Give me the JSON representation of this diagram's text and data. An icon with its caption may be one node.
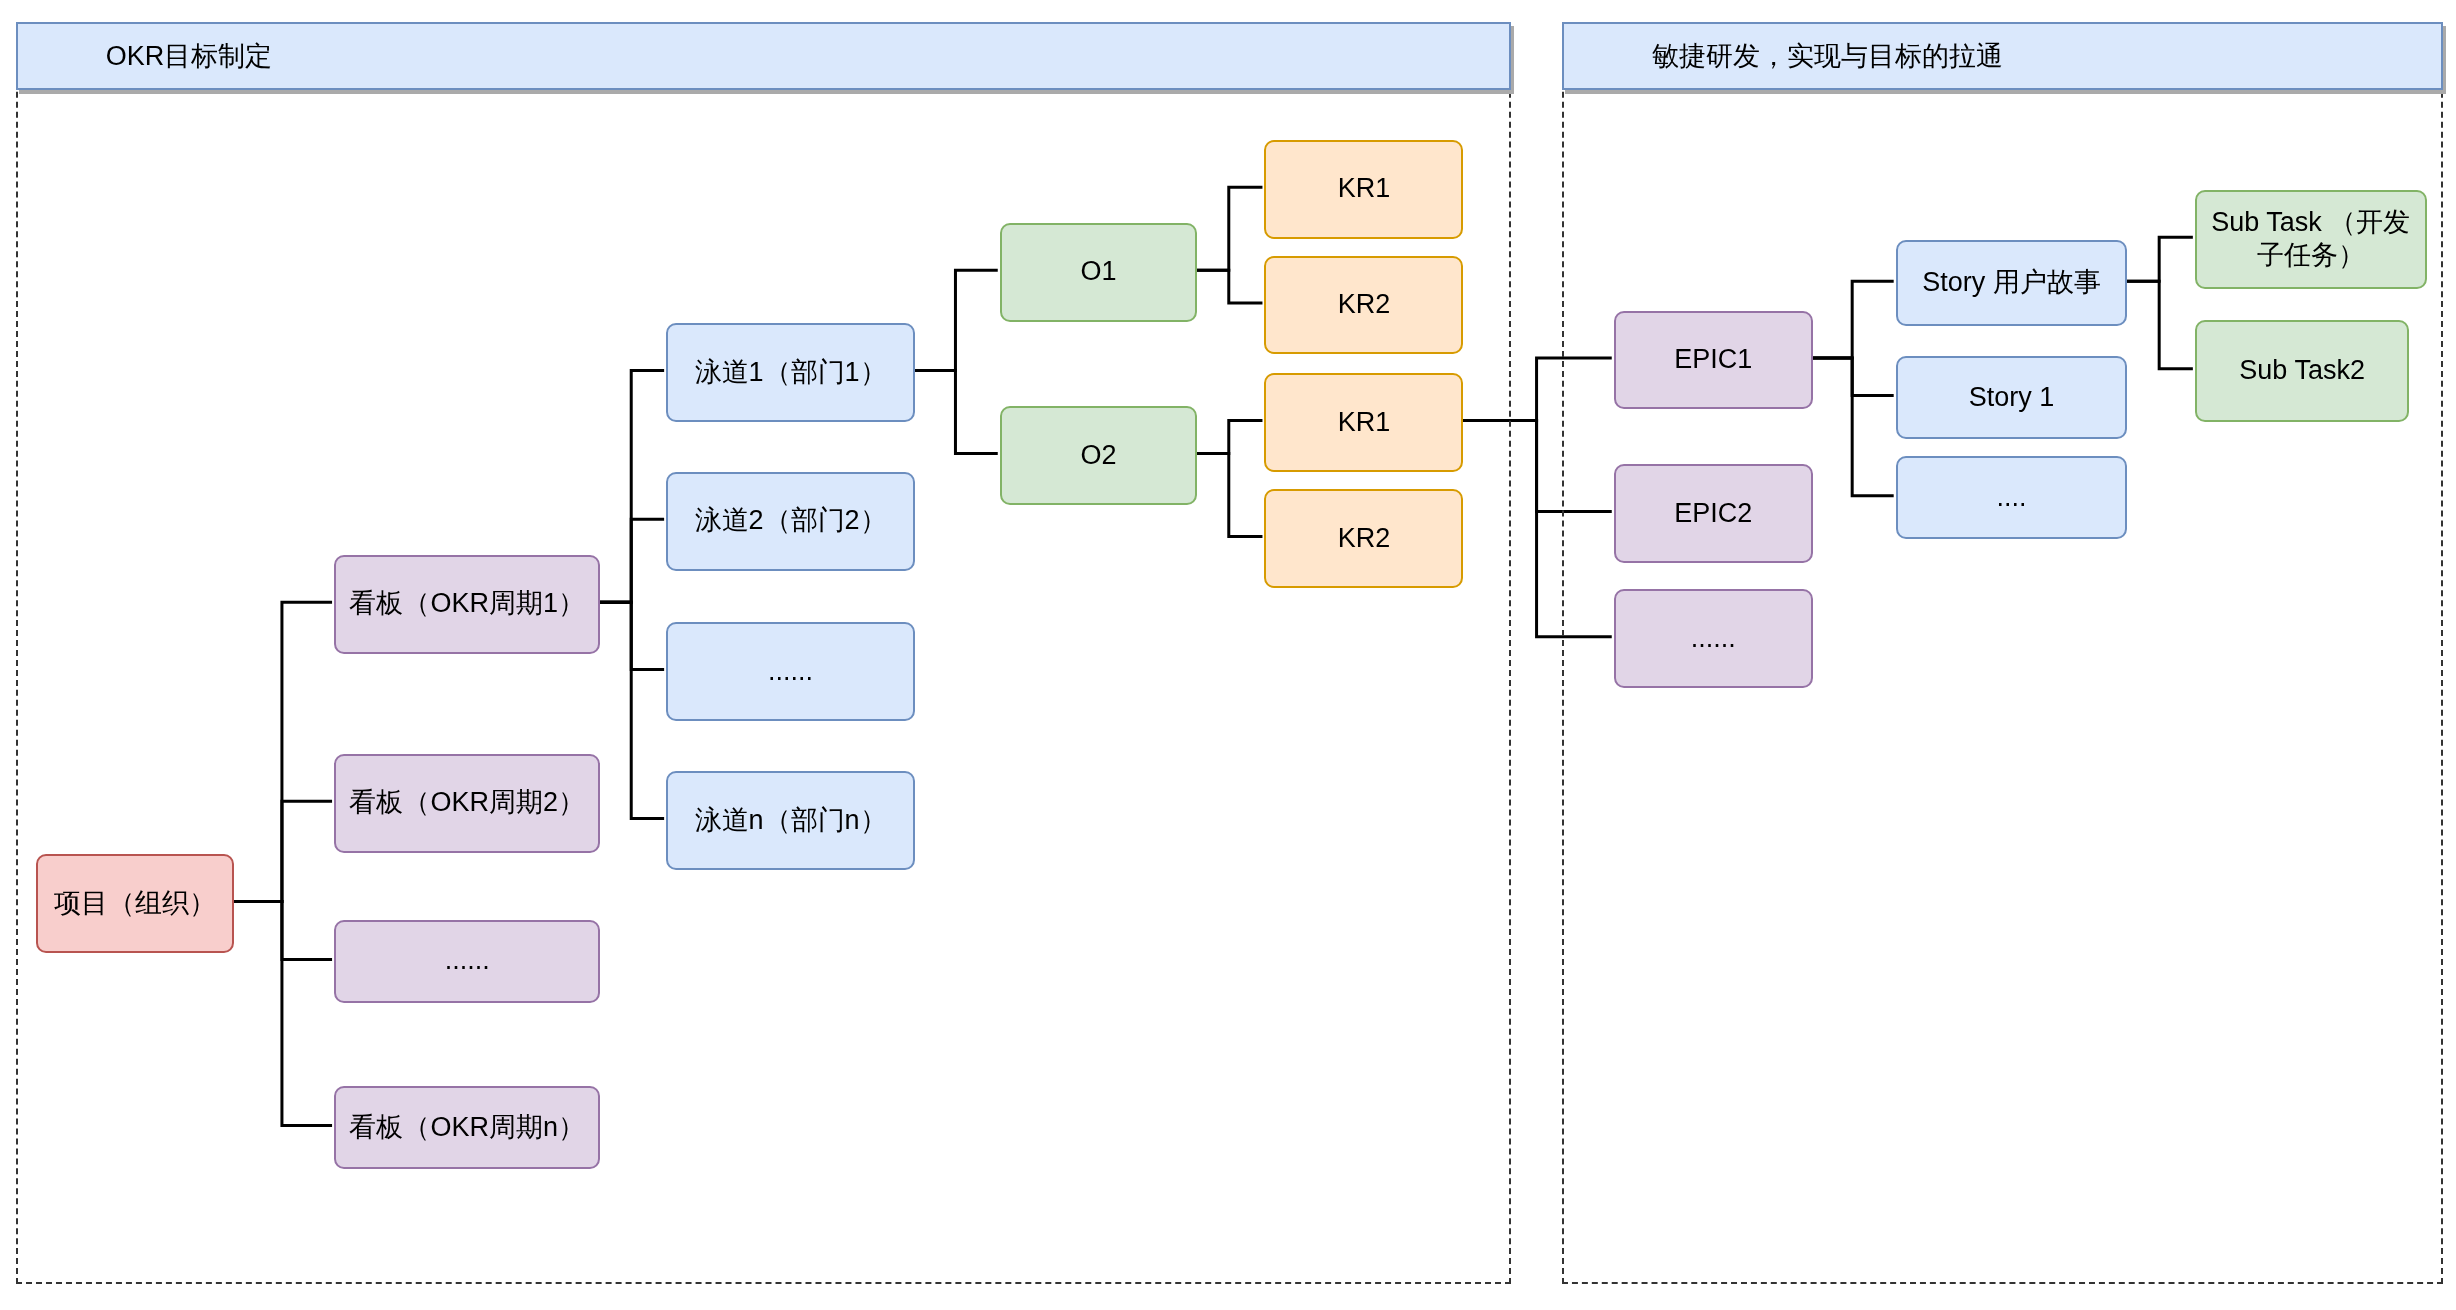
{
  "diagram": {
    "nodes": [
      {
        "text": [
          "OKR目标制定"
        ]
      },
      {
        "text": [
          "敏捷研发，实现与目标的拉通"
        ]
      },
      {
        "text": [
          "项目（组织）"
        ],
        "in": 0
      },
      {
        "text": [
          "看板（OKR周期1）"
        ],
        "in": 0
      },
      {
        "text": [
          "看板（OKR周期2）"
        ],
        "in": 0
      },
      {
        "text": [
          "......"
        ],
        "in": 0
      },
      {
        "text": [
          "看板（OKR周期n）"
        ],
        "in": 0
      },
      {
        "text": [
          "泳道1（部门1）"
        ],
        "in": 0
      },
      {
        "text": [
          "泳道2（部门2）"
        ],
        "in": 0
      },
      {
        "text": [
          "......"
        ],
        "in": 0
      },
      {
        "text": [
          "泳道n（部门n）"
        ],
        "in": 0
      },
      {
        "text": [
          "O1"
        ],
        "in": 0
      },
      {
        "text": [
          "O2"
        ],
        "in": 0
      },
      {
        "text": [
          "KR1"
        ],
        "in": 0
      },
      {
        "text": [
          "KR2"
        ],
        "in": 0
      },
      {
        "text": [
          "KR1"
        ],
        "in": 0
      },
      {
        "text": [
          "KR2"
        ],
        "in": 0
      },
      {
        "text": [
          "EPIC1"
        ],
        "in": 1
      },
      {
        "text": [
          "EPIC2"
        ],
        "in": 1
      },
      {
        "text": [
          "......"
        ],
        "in": 1
      },
      {
        "text": [
          "Story 用户故事"
        ],
        "in": 1
      },
      {
        "text": [
          "Story 1"
        ],
        "in": 1
      },
      {
        "text": [
          "...."
        ],
        "in": 1
      },
      {
        "text": [
          "Sub Task （开发子任务）"
        ],
        "in": 1
      },
      {
        "text": [
          "Sub Task2"
        ],
        "in": 1
      }
    ],
    "edges": [
      {
        "from": 2,
        "to": 3,
        "arrow": "none"
      },
      {
        "from": 2,
        "to": 4,
        "arrow": "none"
      },
      {
        "from": 2,
        "to": 5,
        "arrow": "none"
      },
      {
        "from": 2,
        "to": 6,
        "arrow": "none"
      },
      {
        "from": 3,
        "to": 7,
        "arrow": "none"
      },
      {
        "from": 3,
        "to": 8,
        "arrow": "none"
      },
      {
        "from": 3,
        "to": 9,
        "arrow": "none"
      },
      {
        "from": 3,
        "to": 10,
        "arrow": "none"
      },
      {
        "from": 7,
        "to": 11,
        "arrow": "none"
      },
      {
        "from": 7,
        "to": 12,
        "arrow": "none"
      },
      {
        "from": 11,
        "to": 13,
        "arrow": "none"
      },
      {
        "from": 11,
        "to": 14,
        "arrow": "none"
      },
      {
        "from": 12,
        "to": 15,
        "arrow": "none"
      },
      {
        "from": 12,
        "to": 16,
        "arrow": "none"
      },
      {
        "from": 15,
        "to": 17,
        "arrow": "none"
      },
      {
        "from": 15,
        "to": 18,
        "arrow": "none"
      },
      {
        "from": 15,
        "to": 19,
        "arrow": "none"
      },
      {
        "from": 17,
        "to": 20,
        "arrow": "none"
      },
      {
        "from": 17,
        "to": 21,
        "arrow": "none"
      },
      {
        "from": 17,
        "to": 22,
        "arrow": "none"
      },
      {
        "from": 20,
        "to": 23,
        "arrow": "none"
      },
      {
        "from": 20,
        "to": 24,
        "arrow": "none"
      }
    ]
  }
}
